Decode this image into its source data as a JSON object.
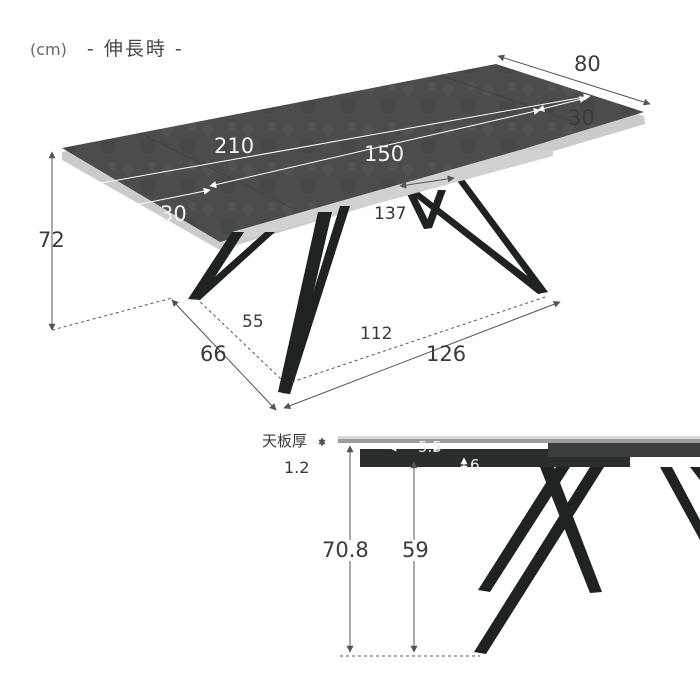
{
  "header": {
    "unit": "(cm)",
    "title": "- 伸長時 -"
  },
  "top_view_dimensions": {
    "depth": "80",
    "extension_right": "30",
    "full_length": "210",
    "center_length": "150",
    "extension_left": "30",
    "inner_leg_span": "137",
    "height": "72",
    "leg_depth_inner": "55",
    "leg_depth_outer": "66",
    "leg_length_inner": "112",
    "leg_length_outer": "126"
  },
  "side_view_dimensions": {
    "tabletop_thickness_label": "天板厚",
    "tabletop_thickness_value": "1.2",
    "apron_gap": "5.5",
    "apron_height": "6",
    "underside_height": "70.8",
    "clearance_height": "59"
  },
  "colors": {
    "tabletop": "#4a4d4c",
    "tabletop_edge": "#c9cccb",
    "legs": "#1f2222",
    "dimension_line": "#555555"
  }
}
